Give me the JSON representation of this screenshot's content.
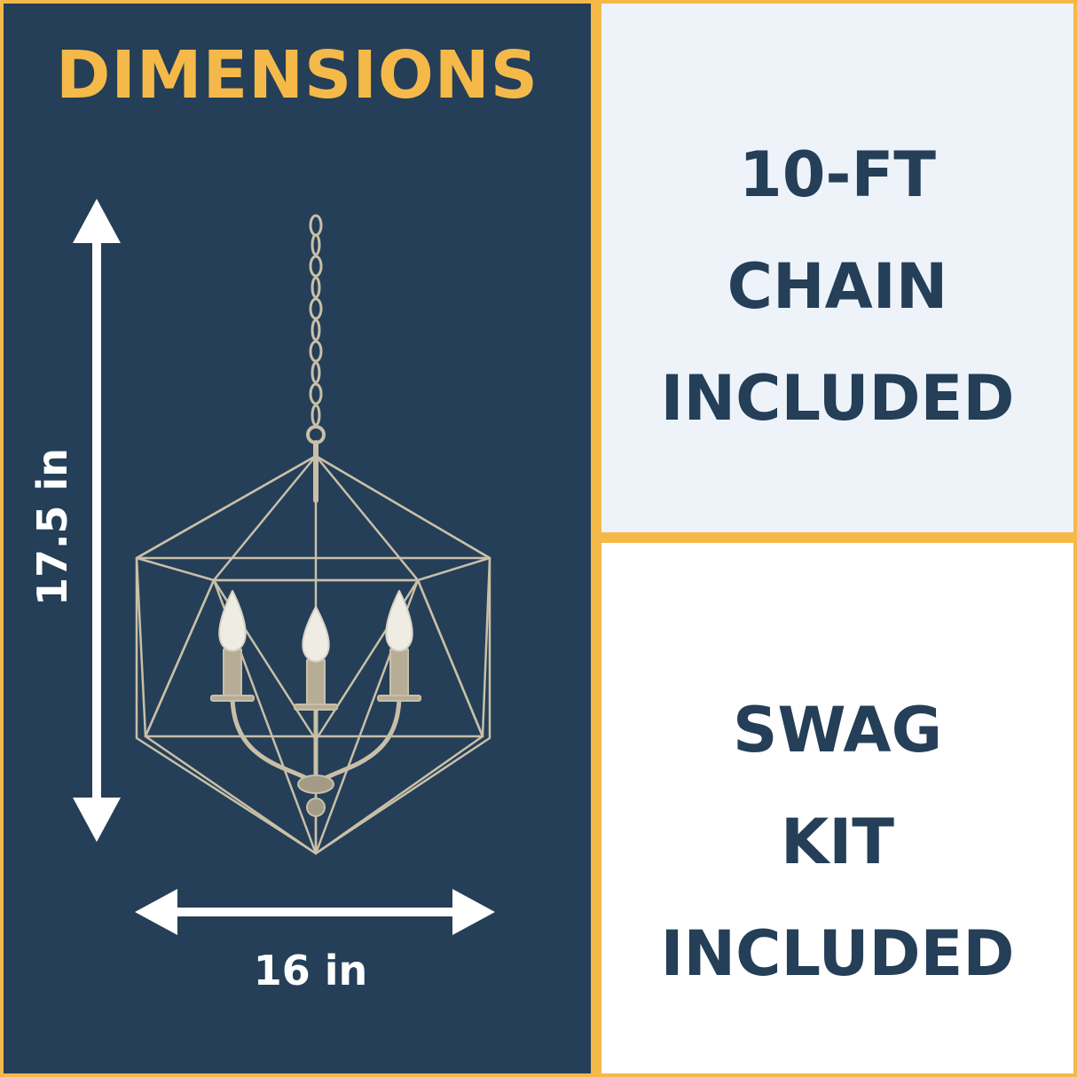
{
  "title": "DIMENSIONS",
  "dimensions": {
    "height": "17.5 in",
    "width": "16 in"
  },
  "features": [
    {
      "lines": [
        "10-FT",
        "CHAIN",
        "INCLUDED"
      ]
    },
    {
      "lines": [
        "SWAG",
        "KIT",
        "INCLUDED"
      ]
    }
  ],
  "colors": {
    "navy": "#243f57",
    "gold": "#f5b94a",
    "light_panel": "#eef3fa",
    "white_panel": "#ffffff",
    "fixture_metal": "#c9bfa8"
  },
  "icons": {
    "vertical_arrow": "double-arrow-vertical-icon",
    "horizontal_arrow": "double-arrow-horizontal-icon",
    "product": "geometric-chandelier-image"
  }
}
